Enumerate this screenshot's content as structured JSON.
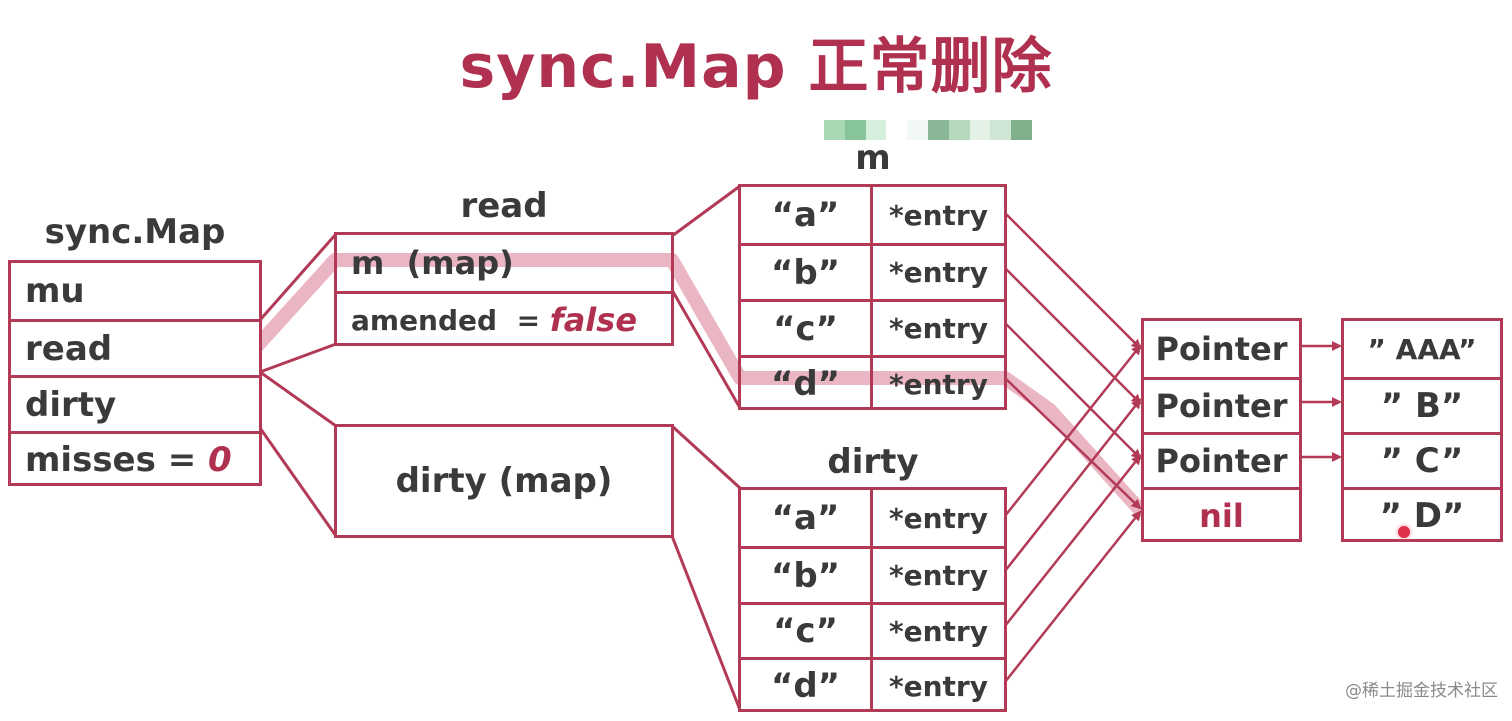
{
  "title": "sync.Map 正常删除",
  "watermark": "@稀土掘金技术社区",
  "colors": {
    "accent": "#b0304f",
    "border": "#b23a57",
    "highlight": "#e8a9b8"
  },
  "syncmap": {
    "label": "sync.Map",
    "fields": [
      "mu",
      "read",
      "dirty"
    ],
    "misses_label": "misses = ",
    "misses_value": "0"
  },
  "read": {
    "label": "read",
    "m_field": "m  (map)",
    "amended_label": "amended  = ",
    "amended_value": "false"
  },
  "dirty_box": {
    "label": "dirty (map)"
  },
  "m_map": {
    "label": "m",
    "keys": [
      "“a”",
      "“b”",
      "“c”",
      "“d”"
    ],
    "value": "*entry"
  },
  "dirty_map": {
    "label": "dirty",
    "keys": [
      "“a”",
      "“b”",
      "“c”",
      "“d”"
    ],
    "value": "*entry"
  },
  "pointers": [
    "Pointer",
    "Pointer",
    "Pointer",
    "nil"
  ],
  "values": [
    "” AAA”",
    "” B”",
    "” C”",
    "” D”"
  ]
}
